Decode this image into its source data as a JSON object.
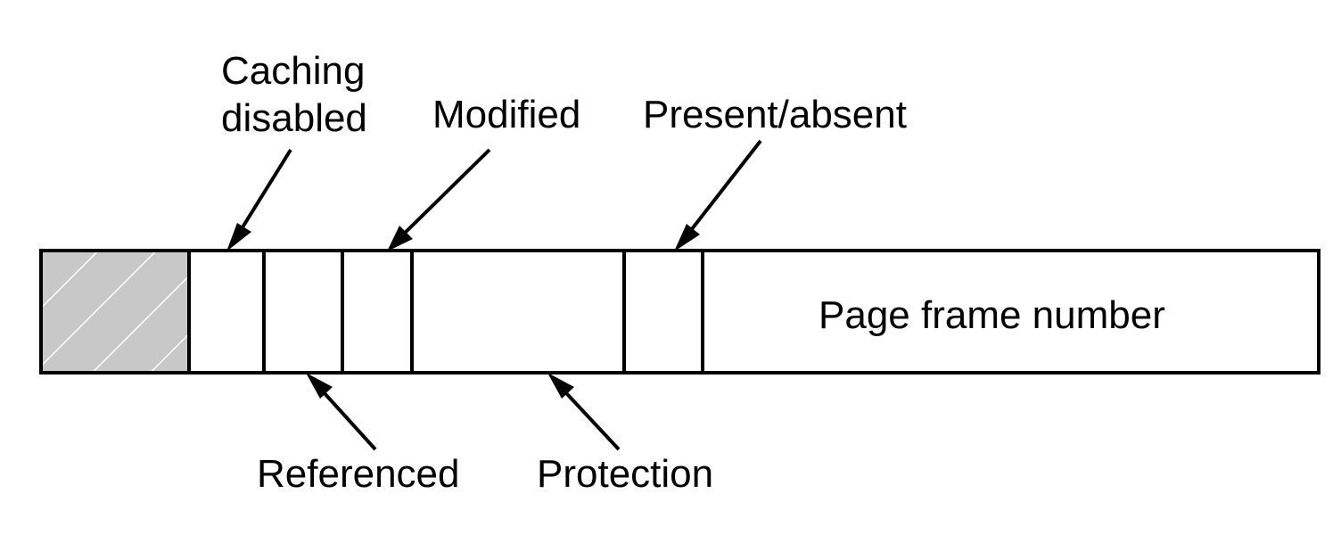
{
  "labels": {
    "caching_line1": "Caching",
    "caching_line2": "disabled",
    "modified": "Modified",
    "present_absent": "Present/absent",
    "page_frame_number": "Page frame number",
    "referenced": "Referenced",
    "protection": "Protection"
  },
  "colors": {
    "stroke": "#000000",
    "unused_fill": "#c8c8c8",
    "hatch": "#ffffff",
    "background": "#ffffff"
  }
}
